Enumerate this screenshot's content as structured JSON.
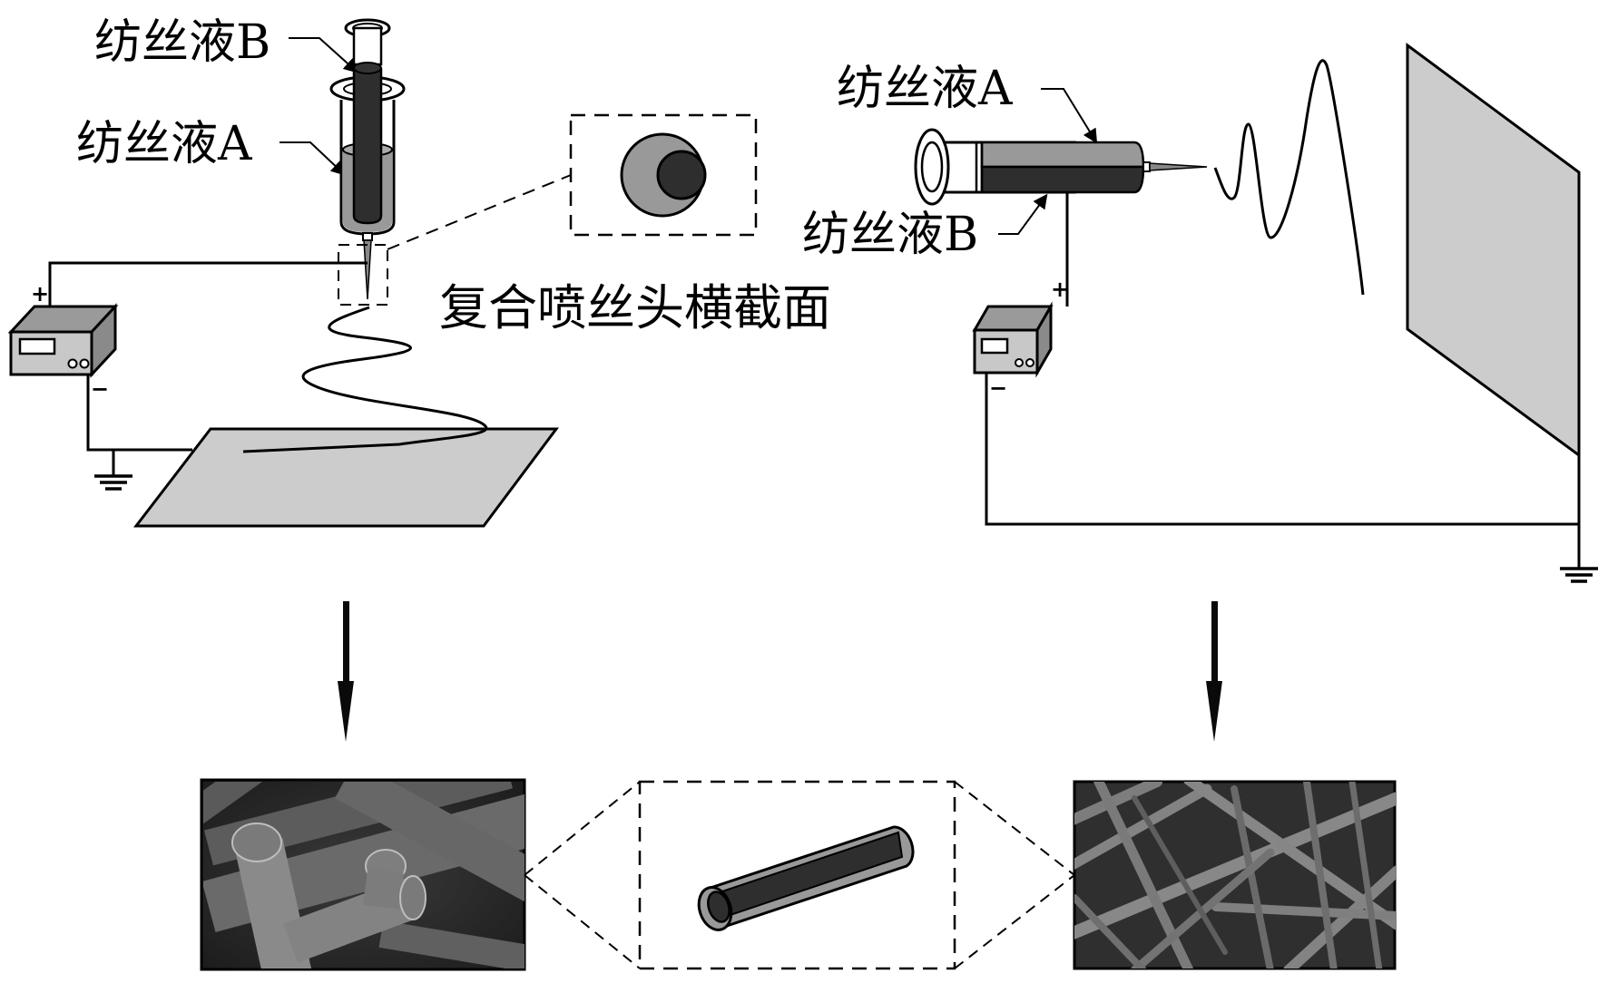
{
  "diagram": {
    "type": "electrospinning-schematic",
    "left_setup": {
      "name": "coaxial / side-by-side vertical spinning",
      "label_fluid_b": "纺丝液B",
      "label_fluid_a": "纺丝液A",
      "nozzle_cross_section_label": "复合喷丝头横截面",
      "power_supply": {
        "plus": "+",
        "minus": "−"
      }
    },
    "right_setup": {
      "name": "horizontal spinning toward vertical collector",
      "label_fluid_a": "纺丝液A",
      "label_fluid_b": "纺丝液B",
      "power_supply": {
        "plus": "+",
        "minus": "−"
      }
    },
    "results": {
      "left_image": "sem-thick-cut-fibers",
      "center_image": "core-shell-fiber-model",
      "right_image": "sem-fiber-mesh"
    },
    "colors": {
      "line": "#000000",
      "fluid_a": "#999999",
      "fluid_b": "#2e2e2e",
      "collector": "#cccccc",
      "power_box_front": "#c8c8c8",
      "power_box_top": "#9a9a9a",
      "power_box_side": "#8a8a8a",
      "sem_bg": "#2a2a2a",
      "sem_fiber": "#8a8a8a"
    }
  }
}
